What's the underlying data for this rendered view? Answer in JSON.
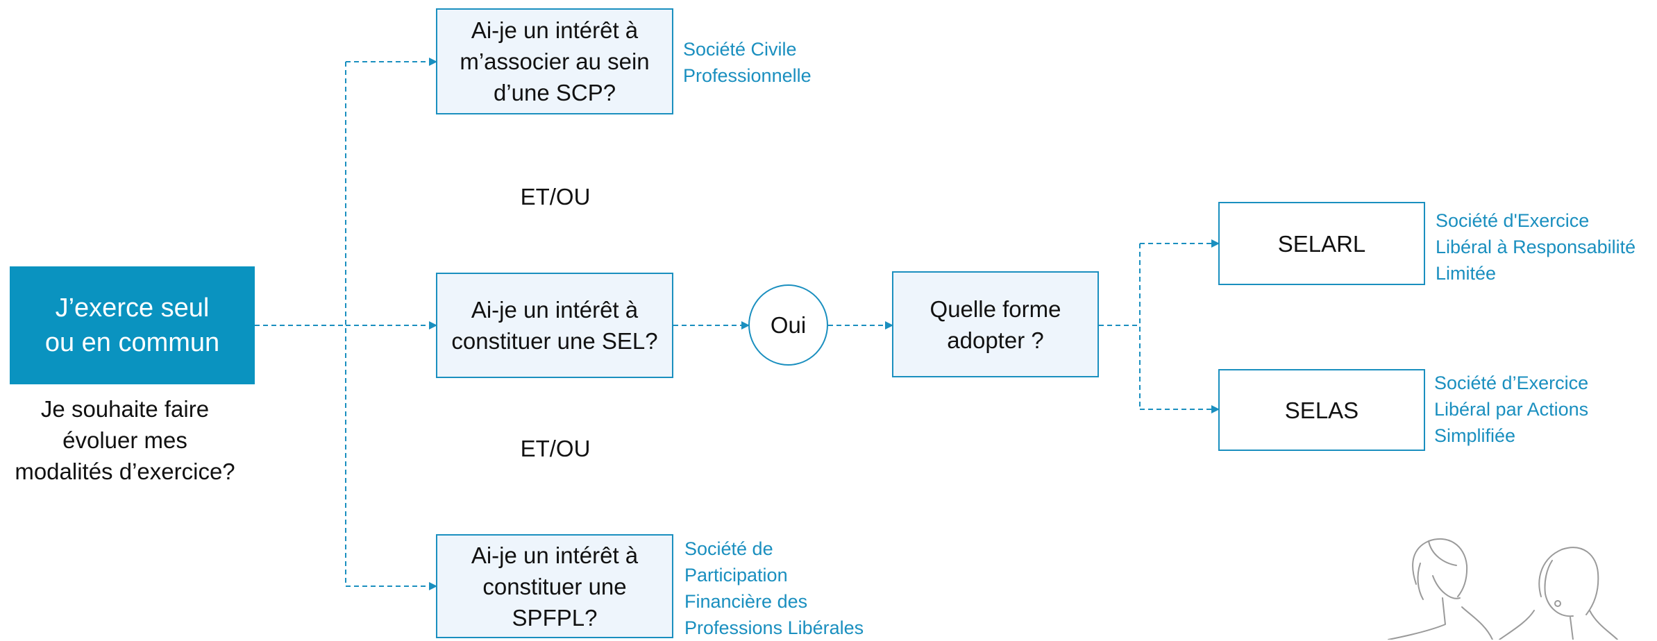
{
  "start": {
    "title": "J’exerce seul\nou en commun",
    "subtitle": "Je souhaite faire\névoluer mes\nmodalités d’exercice?"
  },
  "questions": {
    "scp": {
      "text": "Ai-je un intérêt à\nm’associer au sein\nd’une SCP?",
      "caption": "Société Civile\nProfessionnelle"
    },
    "sel": {
      "text": "Ai-je un intérêt à\nconstituer une SEL?"
    },
    "spfpl": {
      "text": "Ai-je un intérêt à\nconstituer une\nSPFPL?",
      "caption": "Société de\nParticipation\nFinancière des\nProfessions Libérales"
    }
  },
  "connectors": {
    "and_or_1": "ET/OU",
    "and_or_2": "ET/OU"
  },
  "answer": {
    "yes": "Oui"
  },
  "form_question": "Quelle forme\nadopter ?",
  "options": {
    "selarl": {
      "label": "SELARL",
      "caption": "Société d'Exercice\nLibéral à Responsabilité\nLimitée"
    },
    "selas": {
      "label": "SELAS",
      "caption": "Société d’Exercice\nLibéral par Actions\nSimplifiée"
    }
  },
  "colors": {
    "accent": "#0a93c0",
    "line": "#1a8fbf",
    "box_fill": "#eef5fc",
    "illustration": "#9a9a9a"
  },
  "icons": [
    "people-illustration-icon"
  ]
}
